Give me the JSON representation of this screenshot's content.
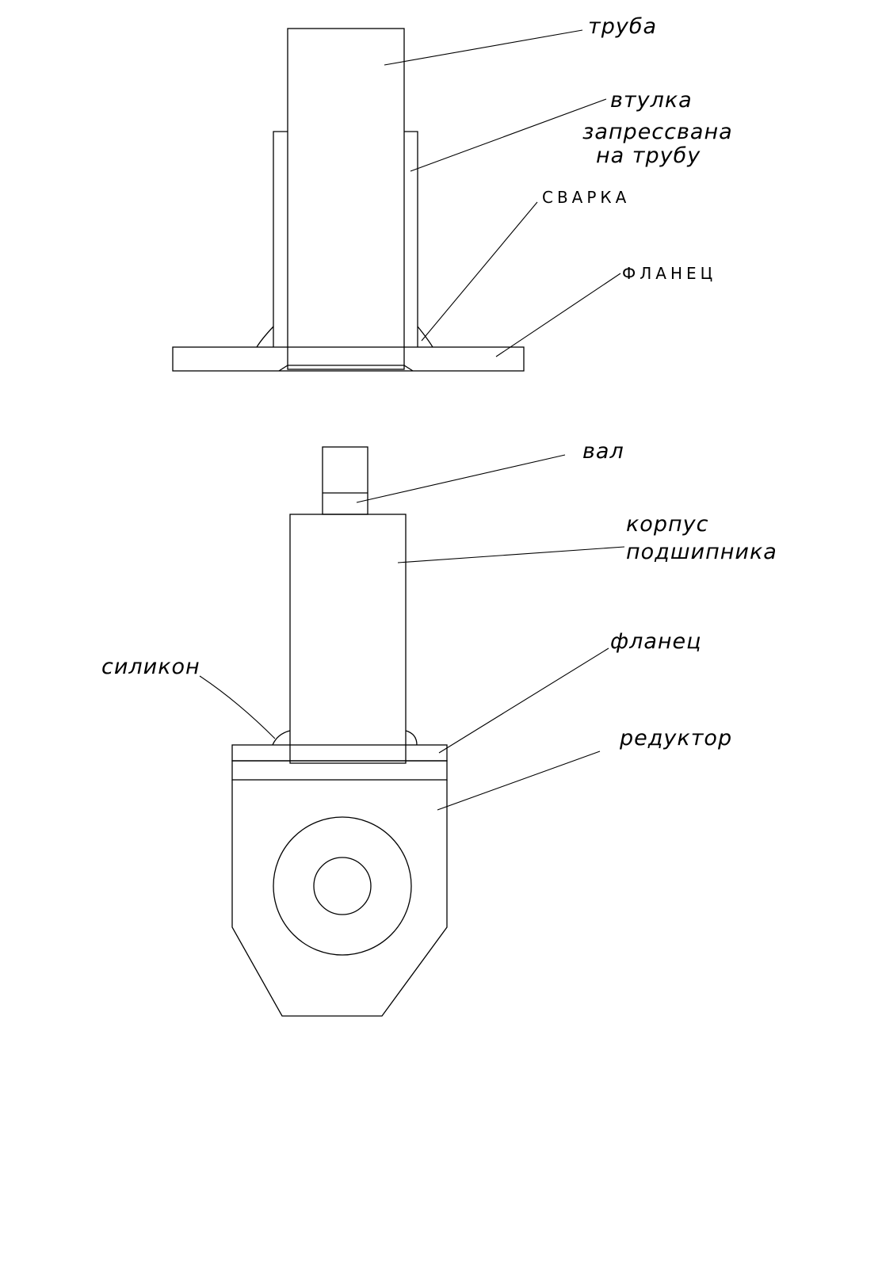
{
  "top_assembly": {
    "labels": {
      "pipe": "труба",
      "bushing_line1": "втулка",
      "bushing_line2": "запрессвана",
      "bushing_line3": "на трубу",
      "weld": "СВАРКА",
      "flange": "ФЛАНЕЦ"
    }
  },
  "bottom_assembly": {
    "labels": {
      "shaft": "вал",
      "bearing_housing_line1": "корпус",
      "bearing_housing_line2": "подшипника",
      "silicone": "силикон",
      "flange": "фланец",
      "reducer": "редуктор"
    }
  }
}
